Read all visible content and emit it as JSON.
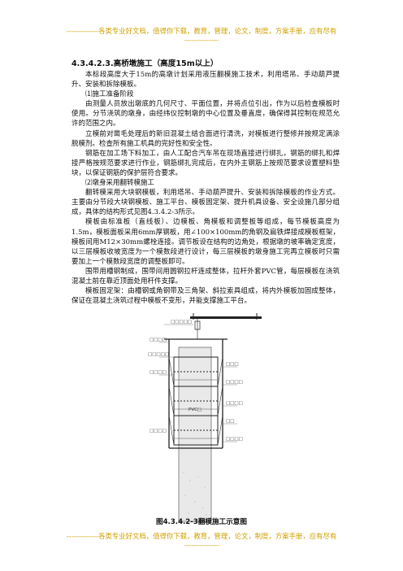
{
  "banner": {
    "line1": "-------------各类专业好文档，值得你下载，教育，管理，论文，制度，方案手册，应有尽有",
    "line2": "--------------"
  },
  "doc": {
    "heading": "4.3.4.2.3.高桥墩施工（高度15m以上）",
    "paragraphs": [
      "本标段高度大于15m的高墩计划采用液压翻模施工技术，利用塔吊、手动葫芦提升、安装和拆除模板。",
      "⑴施工准备阶段",
      "由测量人员放出墩底的几何尺寸、平面位置，并将点位引出，作为以后检查模板时使用。分节浇筑的墩身，由经纬仪控制墩的中心位置及垂直度，确保得其控制在规范允许的范围之内。",
      "立模前对凿毛处理后的新旧混凝土结合面进行清洗，对模板进行整修并按规定满涂脱模剂。检查所有施工机具的完好性和安全性。",
      "钢筋在加工场下料加工，由人工配合汽车吊在现场直接进行绑扎，钢筋的绑扎和焊接严格按规范要求进行作业，钢筋绑扎完成后，在内外主钢筋上按规范要求设置塑料垫块，以保证钢筋的保护层符合要求。",
      "⑵墩身采用翻转模施工",
      "翻转模采用大块钢模板，利用塔吊、手动葫芦提升、安装和拆除模板的作业方式。主要由分节段大块钢模板、施工平台、模板固定架、提升机具设备、安全设施几部分组成，具体的结构形式见图4.3.4.2-3所示。",
      "模板由标准板（直线板）、边模板、角模板和调整板等组成，每节模板高度为1.5m，模板面板采用6mm厚钢板，用∠100×100mm的角钢及扁铁焊接成模板框架，模板间用M12×30mm螺栓连接。调节板设在结构的边角处，根据墩的坡率确定宽度，以三层模板收坡宽度为一个模数段进行设计，每三层模板的墩身施工完再立模板时只需要加上一个模数段宽度的调整板即可。",
      "围带用槽钢制成，围带间用圆钢拉杆连成整体，拉杆外套PVC管，每层模板在浇筑混凝土前在靠近顶面处用杆件支撑。",
      "模板固定架：由槽钢或角钢带及三角架、斜拉索具组成，将内外模板加固成整体，保证在混凝土浇筑过程中模板不变形，并能支撑施工平台。"
    ],
    "figure_labels": {
      "top": "□□□□□",
      "l1": "□□□□",
      "l2": "□□□□□",
      "l3": "□□□□",
      "l4": "□□□",
      "l5": "□□□□",
      "l6": "□□□□",
      "l7": "□□",
      "l8": "□□□□",
      "l9": "□□□□",
      "pvc": "PVC□"
    },
    "caption": "图4.3.4.2-3翻模施工示意图"
  }
}
